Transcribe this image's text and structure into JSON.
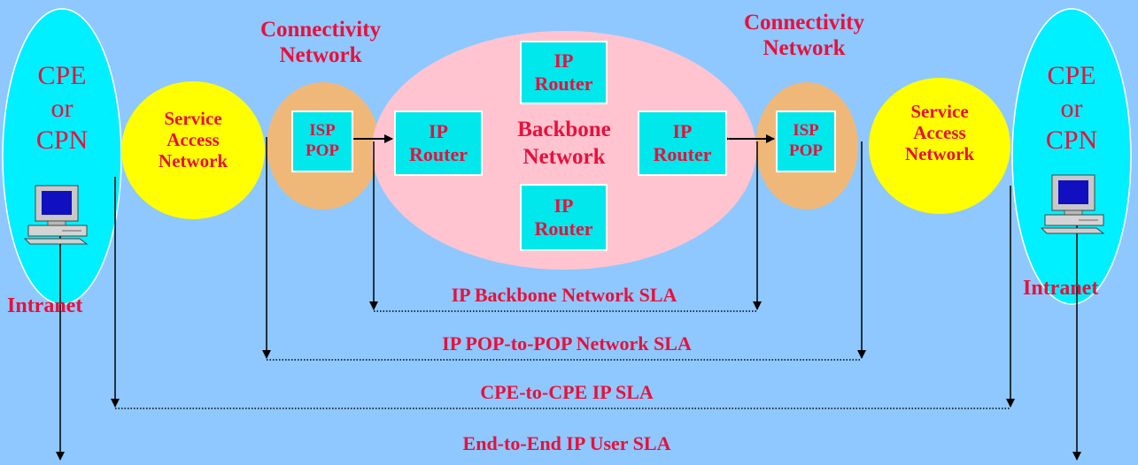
{
  "colors": {
    "background": "#8ec8ff",
    "label_red": "#e8103c",
    "cpe_cyan": "#00f0ff",
    "access_yellow": "#ffff00",
    "pop_orange": "#f0b878",
    "backbone_pink": "#ffc4d0",
    "router_box": "#00e8ec"
  },
  "left": {
    "cpe": {
      "line1": "CPE",
      "line2": "or",
      "line3": "CPN"
    },
    "intranet": "Intranet",
    "access": {
      "line1": "Service",
      "line2": "Access",
      "line3": "Network"
    },
    "connectivity": {
      "line1": "Connectivity",
      "line2": "Network"
    },
    "pop": {
      "line1": "ISP",
      "line2": "POP"
    }
  },
  "right": {
    "cpe": {
      "line1": "CPE",
      "line2": "or",
      "line3": "CPN"
    },
    "intranet": "Intranet",
    "access": {
      "line1": "Service",
      "line2": "Access",
      "line3": "Network"
    },
    "connectivity": {
      "line1": "Connectivity",
      "line2": "Network"
    },
    "pop": {
      "line1": "ISP",
      "line2": "POP"
    }
  },
  "backbone": {
    "title": {
      "line1": "Backbone",
      "line2": "Network"
    },
    "routers": {
      "top": {
        "line1": "IP",
        "line2": "Router"
      },
      "left": {
        "line1": "IP",
        "line2": "Router"
      },
      "right": {
        "line1": "IP",
        "line2": "Router"
      },
      "bottom": {
        "line1": "IP",
        "line2": "Router"
      }
    }
  },
  "sla": {
    "backbone": "IP Backbone Network SLA",
    "pop_to_pop": "IP POP-to-POP Network SLA",
    "cpe_to_cpe": "CPE-to-CPE IP SLA",
    "end_to_end": "End-to-End IP User SLA"
  },
  "icons": {
    "left_computer": "desktop-computer-icon",
    "right_computer": "desktop-computer-icon"
  }
}
